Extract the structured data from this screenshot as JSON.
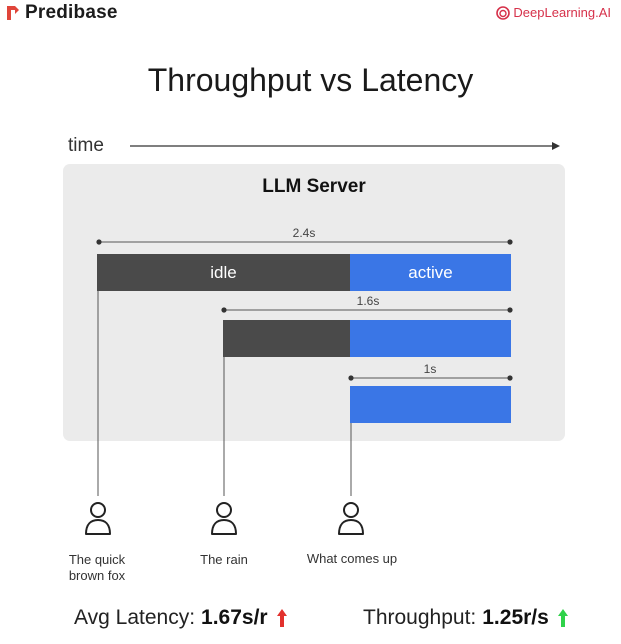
{
  "header": {
    "brand_left": "Predibase",
    "brand_right": "DeepLearning.AI",
    "brand_left_icon": "predibase-logo-icon",
    "brand_right_icon": "deeplearning-logo-icon",
    "brand_color": "#d6314a"
  },
  "title": "Throughput vs Latency",
  "time_axis": {
    "label": "time"
  },
  "server": {
    "title": "LLM Server",
    "rows": [
      {
        "duration": "2.4s",
        "idle_label": "idle",
        "active_label": "active"
      },
      {
        "duration": "1.6s",
        "idle_label": "",
        "active_label": ""
      },
      {
        "duration": "1s",
        "idle_label": "",
        "active_label": ""
      }
    ],
    "colors": {
      "idle": "#4a4a4a",
      "active": "#3a76e6"
    }
  },
  "users": [
    {
      "label": "The quick\nbrown fox",
      "icon": "user-icon"
    },
    {
      "label": "The rain",
      "icon": "user-icon"
    },
    {
      "label": "What comes up",
      "icon": "user-icon"
    }
  ],
  "metrics": {
    "latency_label": "Avg Latency:",
    "latency_value": "1.67s/r",
    "latency_trend": "up",
    "latency_trend_color": "#e2312d",
    "throughput_label": "Throughput:",
    "throughput_value": "1.25r/s",
    "throughput_trend": "up",
    "throughput_trend_color": "#2fd24a"
  }
}
